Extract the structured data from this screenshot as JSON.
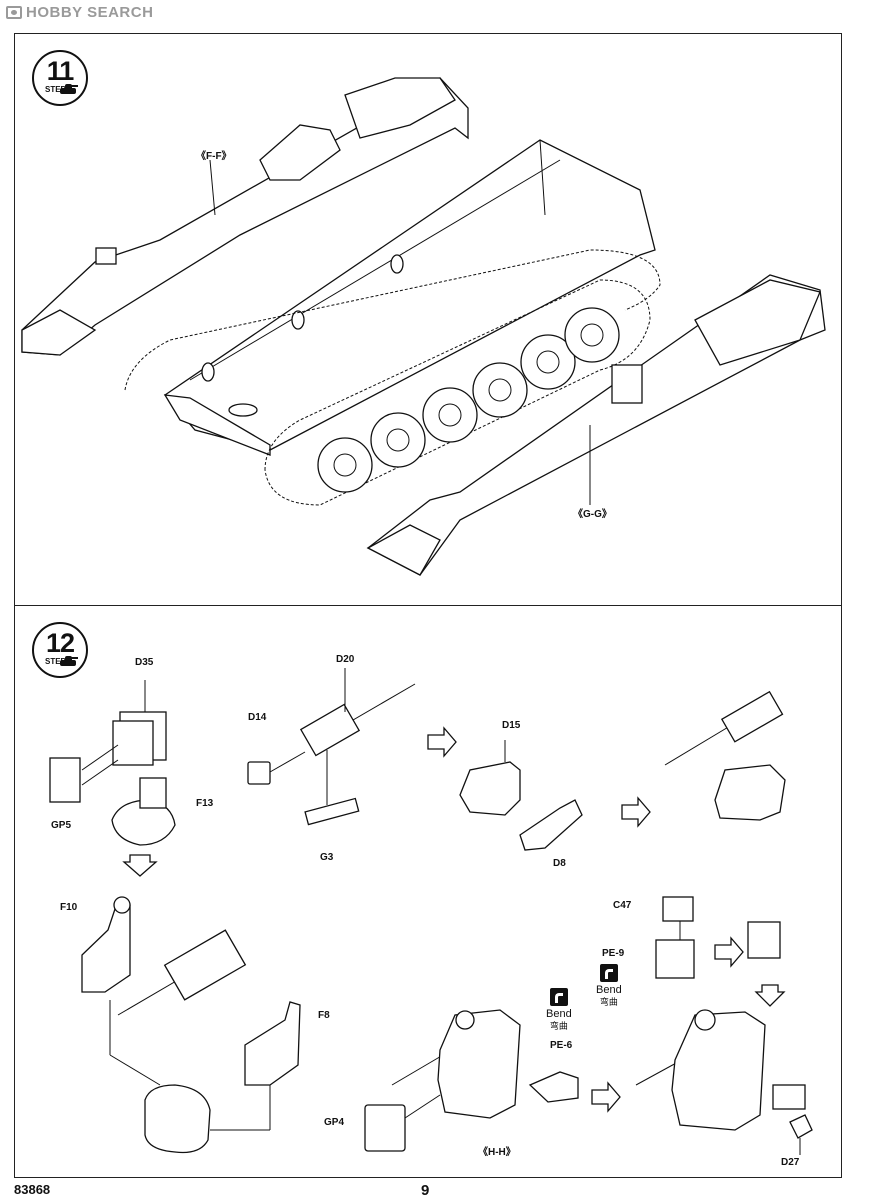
{
  "watermark": {
    "text": "HOBBY SEARCH",
    "icon": "camera-icon"
  },
  "steps": [
    {
      "number": "11",
      "label": "STEP"
    },
    {
      "number": "12",
      "label": "STEP"
    }
  ],
  "step11": {
    "refs": {
      "ff": "《F-F》",
      "gg": "《G-G》"
    }
  },
  "step12": {
    "parts": {
      "d35": "D35",
      "gp5": "GP5",
      "f13": "F13",
      "d14": "D14",
      "d20": "D20",
      "g3": "G3",
      "d15": "D15",
      "d8": "D8",
      "f10": "F10",
      "f8": "F8",
      "c47": "C47",
      "pe9": "PE-9",
      "pe6": "PE-6",
      "gp4": "GP4",
      "d27": "D27"
    },
    "bend_upper": {
      "en": "Bend",
      "cn": "弯曲"
    },
    "bend_lower": {
      "en": "Bend",
      "cn": "弯曲"
    },
    "ref_hh": "《H-H》"
  },
  "footer": {
    "code": "83868",
    "page": "9"
  }
}
